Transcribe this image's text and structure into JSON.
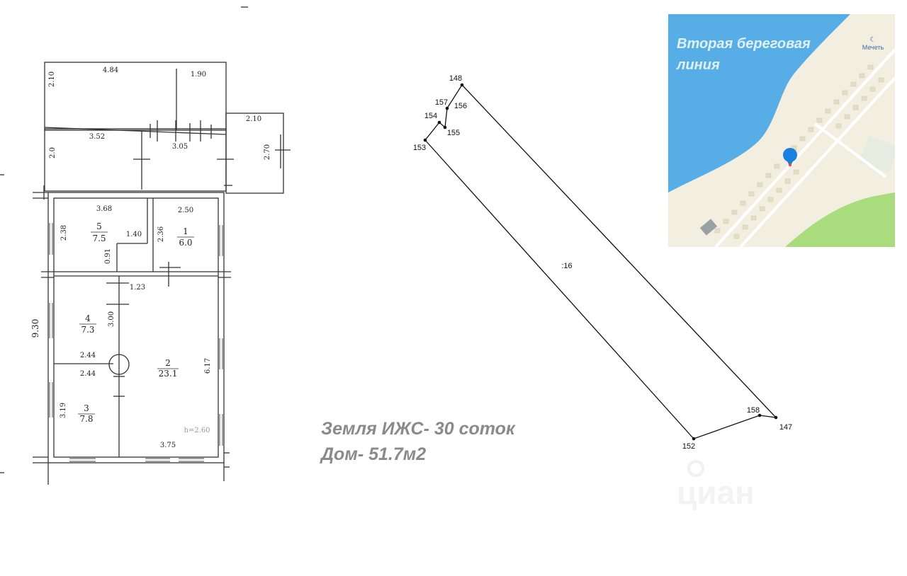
{
  "floor_plan": {
    "dims": {
      "d_2_10_top": "2.10",
      "d_4_84": "4.84",
      "d_1_90": "1.90",
      "d_2_10_right": "2.10",
      "d_3_52": "3.52",
      "d_3_05": "3.05",
      "d_2_0": "2.0",
      "d_2_70": "2.70",
      "d_3_68": "3.68",
      "d_2_50": "2.50",
      "d_2_38": "2.38",
      "d_1_40": "1.40",
      "d_2_36": "2.36",
      "d_0_91": "0.91",
      "d_1_23": "1.23",
      "d_3_00": "3.00",
      "d_9_30": "9.30",
      "d_2_44_a": "2.44",
      "d_2_44_b": "2.44",
      "d_6_17": "6.17",
      "d_3_19": "3.19",
      "d_3_75": "3.75",
      "ceiling_height": "h=2.60"
    },
    "rooms": [
      {
        "number": "5",
        "area": "7.5"
      },
      {
        "number": "1",
        "area": "6.0"
      },
      {
        "number": "4",
        "area": "7.3"
      },
      {
        "number": "2",
        "area": "23.1"
      },
      {
        "number": "3",
        "area": "7.8"
      }
    ]
  },
  "plot": {
    "points": {
      "p148": "148",
      "p157": "157",
      "p156": "156",
      "p154": "154",
      "p155": "155",
      "p153": "153",
      "p158": "158",
      "p147": "147",
      "p152": "152"
    },
    "parcel_label": ":16"
  },
  "map": {
    "label": "Вторая береговая линия",
    "label_line1": "Вторая береговая",
    "label_line2": "линия",
    "poi": "Мечеть",
    "colors": {
      "water": "#57aee6",
      "land": "#f3efe0",
      "green": "#a9dc7c",
      "marker": "#1b7fe0"
    }
  },
  "caption": {
    "line1": "Земля ИЖС- 30 соток",
    "line2": "Дом- 51.7м2"
  },
  "watermark": "циан"
}
